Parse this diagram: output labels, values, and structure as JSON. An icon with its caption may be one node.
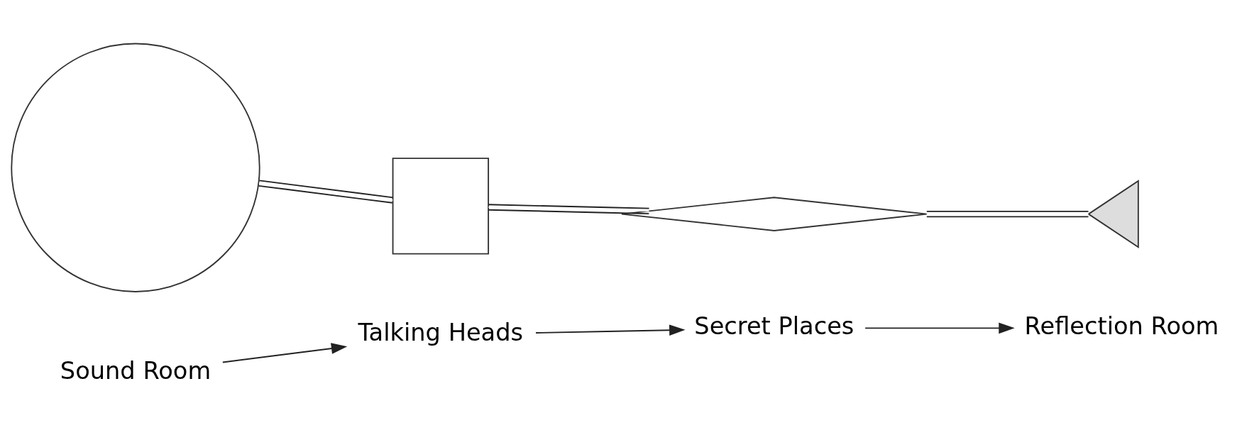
{
  "diagram": {
    "nodes": [
      {
        "text": [],
        "shape": "circle"
      },
      {
        "text": [],
        "shape": "box"
      },
      {
        "text": [],
        "shape": "diamond"
      },
      {
        "text": [],
        "shape": "triangle"
      },
      {
        "text": [
          "Sound Room"
        ]
      },
      {
        "text": [
          "Talking Heads"
        ]
      },
      {
        "text": [
          "Secret Places"
        ]
      },
      {
        "text": [
          "Reflection Room"
        ]
      }
    ],
    "edges": [
      {
        "from": 0,
        "to": 1,
        "arrow": "none"
      },
      {
        "from": 1,
        "to": 2,
        "arrow": "none"
      },
      {
        "from": 2,
        "to": 3,
        "arrow": "none"
      },
      {
        "from": 4,
        "to": 5,
        "arrow": "to"
      },
      {
        "from": 5,
        "to": 6,
        "arrow": "to"
      },
      {
        "from": 6,
        "to": 7,
        "arrow": "to"
      }
    ]
  }
}
